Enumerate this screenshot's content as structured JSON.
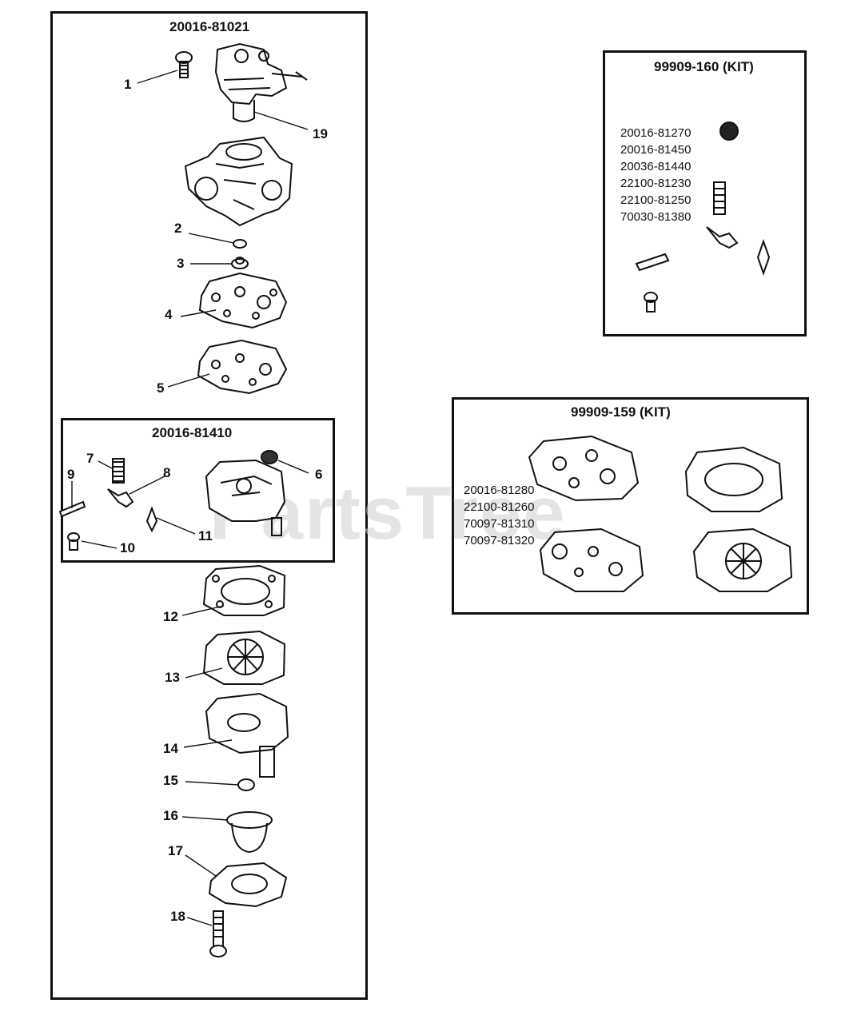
{
  "watermark": "PartsTree",
  "main_assembly": {
    "part_number": "20016-81021"
  },
  "sub_assembly": {
    "part_number": "20016-81410"
  },
  "kit_160": {
    "title": "99909-160 (KIT)",
    "parts": [
      "20016-81270",
      "20016-81450",
      "20036-81440",
      "22100-81230",
      "22100-81250",
      "70030-81380"
    ]
  },
  "kit_159": {
    "title": "99909-159 (KIT)",
    "parts": [
      "20016-81280",
      "22100-81260",
      "70097-81310",
      "70097-81320"
    ]
  },
  "callouts": [
    "1",
    "2",
    "3",
    "4",
    "5",
    "6",
    "7",
    "8",
    "9",
    "10",
    "11",
    "12",
    "13",
    "14",
    "15",
    "16",
    "17",
    "18",
    "19"
  ]
}
